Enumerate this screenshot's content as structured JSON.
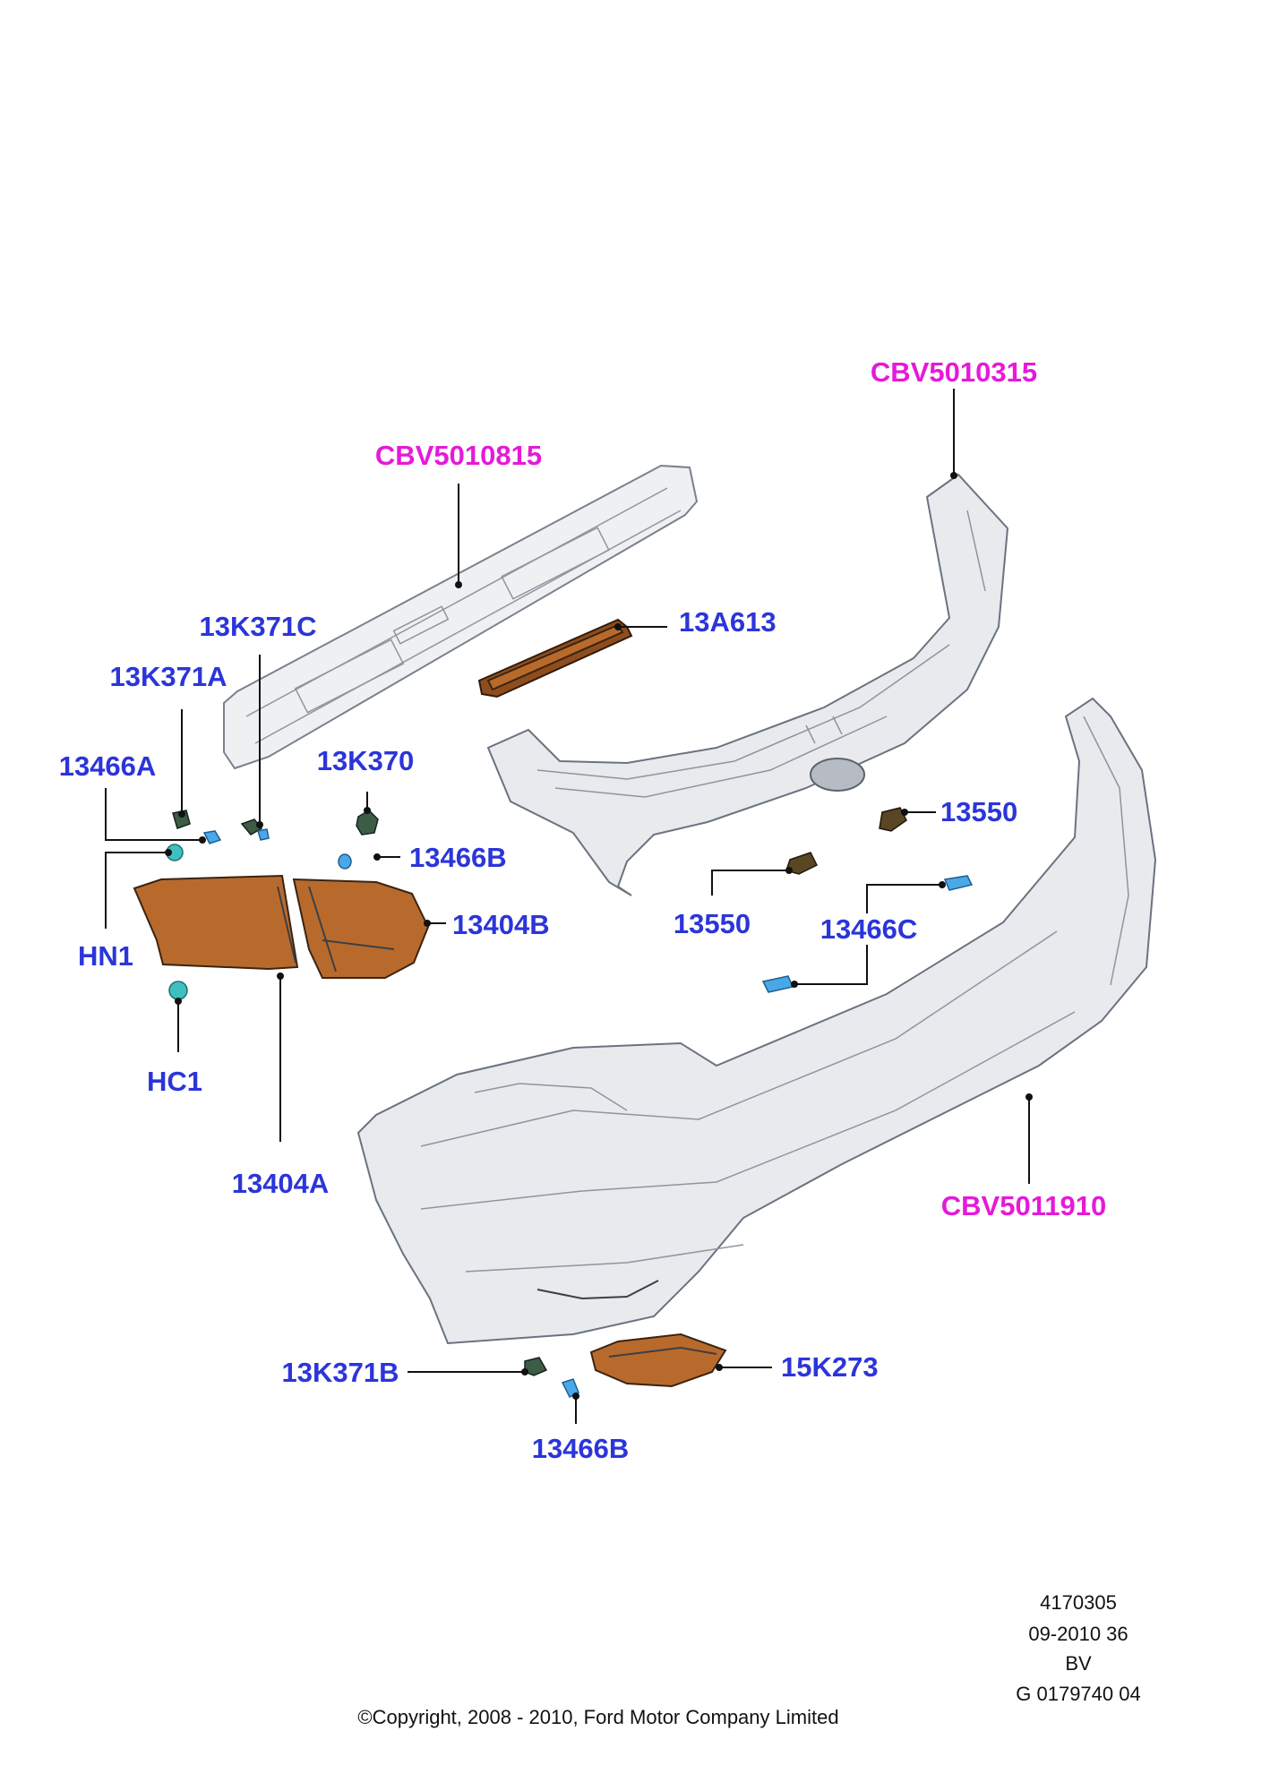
{
  "labels": {
    "cbv5010315": "CBV5010315",
    "cbv5010815": "CBV5010815",
    "k13k371c": "13K371C",
    "k13a613": "13A613",
    "k13k371a": "13K371A",
    "k13466a": "13466A",
    "k13k370": "13K370",
    "k13550_top": "13550",
    "k13466b_top": "13466B",
    "k13404b": "13404B",
    "hn1": "HN1",
    "k13550_mid": "13550",
    "k13466c": "13466C",
    "hc1": "HC1",
    "k13404a": "13404A",
    "cbv5011910": "CBV5011910",
    "k13k371b": "13K371B",
    "k15k273": "15K273",
    "k13466b_bottom": "13466B"
  },
  "footer": {
    "code_line1": "4170305",
    "code_line2": "09-2010 36",
    "code_line3": "BV",
    "code_line4": "G 0179740 04",
    "copyright": "©Copyright, 2008 - 2010, Ford Motor Company Limited"
  },
  "colors": {
    "part_number": "#2b35d9",
    "reference_number": "#e619d9",
    "lamp_amber": "#b86a2c",
    "bulb_blue": "#4aa8e8"
  }
}
